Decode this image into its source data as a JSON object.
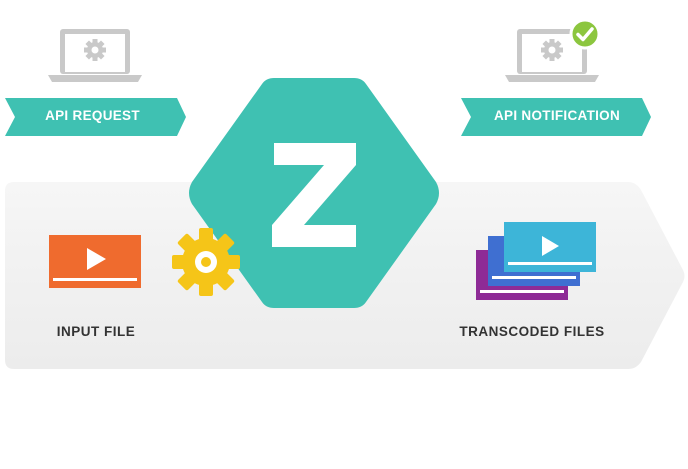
{
  "diagram": {
    "left_ribbon": {
      "label": "API REQUEST"
    },
    "right_ribbon": {
      "label": "API NOTIFICATION"
    },
    "input": {
      "label": "INPUT FILE"
    },
    "output": {
      "label": "TRANSCODED FILES"
    },
    "logo": {
      "letter": "Z"
    }
  },
  "colors": {
    "teal": "#3fc1b2",
    "teal_dark": "#2a9e92",
    "input_orange": "#ef6b2e",
    "gear_yellow": "#f5c518",
    "laptop_gray": "#c9c9c9",
    "check_green": "#8cc63f",
    "stack_purple": "#8e2b96",
    "stack_blue": "#3f6fd1",
    "stack_cyan": "#3db5d8",
    "band_light": "#f1f1f1"
  },
  "icons": [
    "laptop-gear-icon",
    "laptop-gear-check-icon",
    "play-icon",
    "gear-icon",
    "video-stack-icon",
    "check-icon"
  ]
}
